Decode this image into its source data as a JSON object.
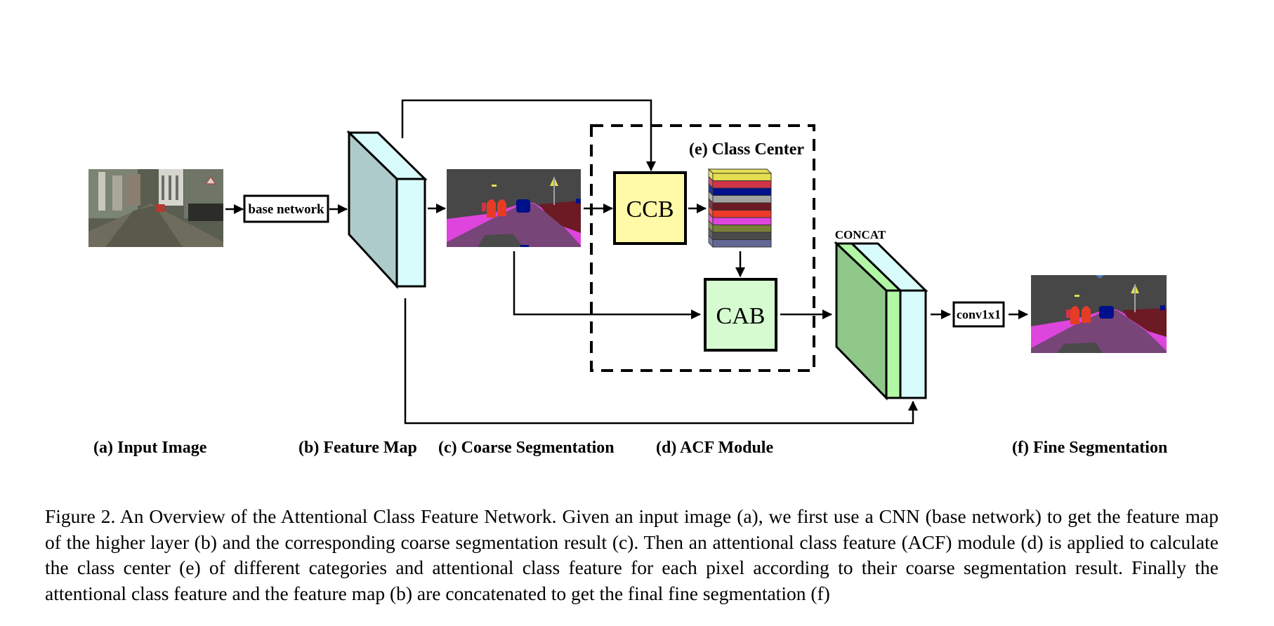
{
  "figure": {
    "boxes": {
      "base_network": "base network",
      "ccb": "CCB",
      "cab": "CAB",
      "concat": "CONCAT",
      "conv": "conv1x1",
      "class_center_title": "(e) Class Center"
    },
    "labels": {
      "a": "(a) Input Image",
      "b": "(b) Feature Map",
      "c": "(c) Coarse Segmentation",
      "d": "(d) ACF Module",
      "f": "(f) Fine Segmentation"
    },
    "class_center_colors": [
      "#e4df4f",
      "#cf3448",
      "#00108a",
      "#a2a2a2",
      "#6c1a24",
      "#ee3a28",
      "#de45dc",
      "#778038",
      "#4a4a4a",
      "#646896"
    ],
    "colors": {
      "feature_map_side": "#aecbcb",
      "feature_map_front": "#d8fbfc",
      "ccb_fill": "#fffaa8",
      "cab_fill": "#d6fbd1",
      "concat_side": "#8fc888",
      "concat_green": "#b2f7a6",
      "concat_front": "#d8fbfc",
      "seg_sky": "#474747",
      "seg_road": "#784579",
      "seg_sidewalk": "#de45dc",
      "seg_vegetation": "#6c1a24",
      "seg_person": "#e63c25",
      "seg_car": "#00108a",
      "seg_sign": "#e4df4f"
    }
  },
  "caption": "Figure 2. An Overview of the Attentional Class Feature Network. Given an input image (a), we first use a CNN (base network) to get the feature map of the higher layer (b) and the corresponding coarse segmentation result (c). Then an attentional class feature (ACF) module (d) is applied to calculate the class center (e) of different categories and attentional class feature for each pixel according to their coarse segmentation result. Finally the attentional class feature and the feature map (b) are concatenated to get the final fine segmentation (f)"
}
